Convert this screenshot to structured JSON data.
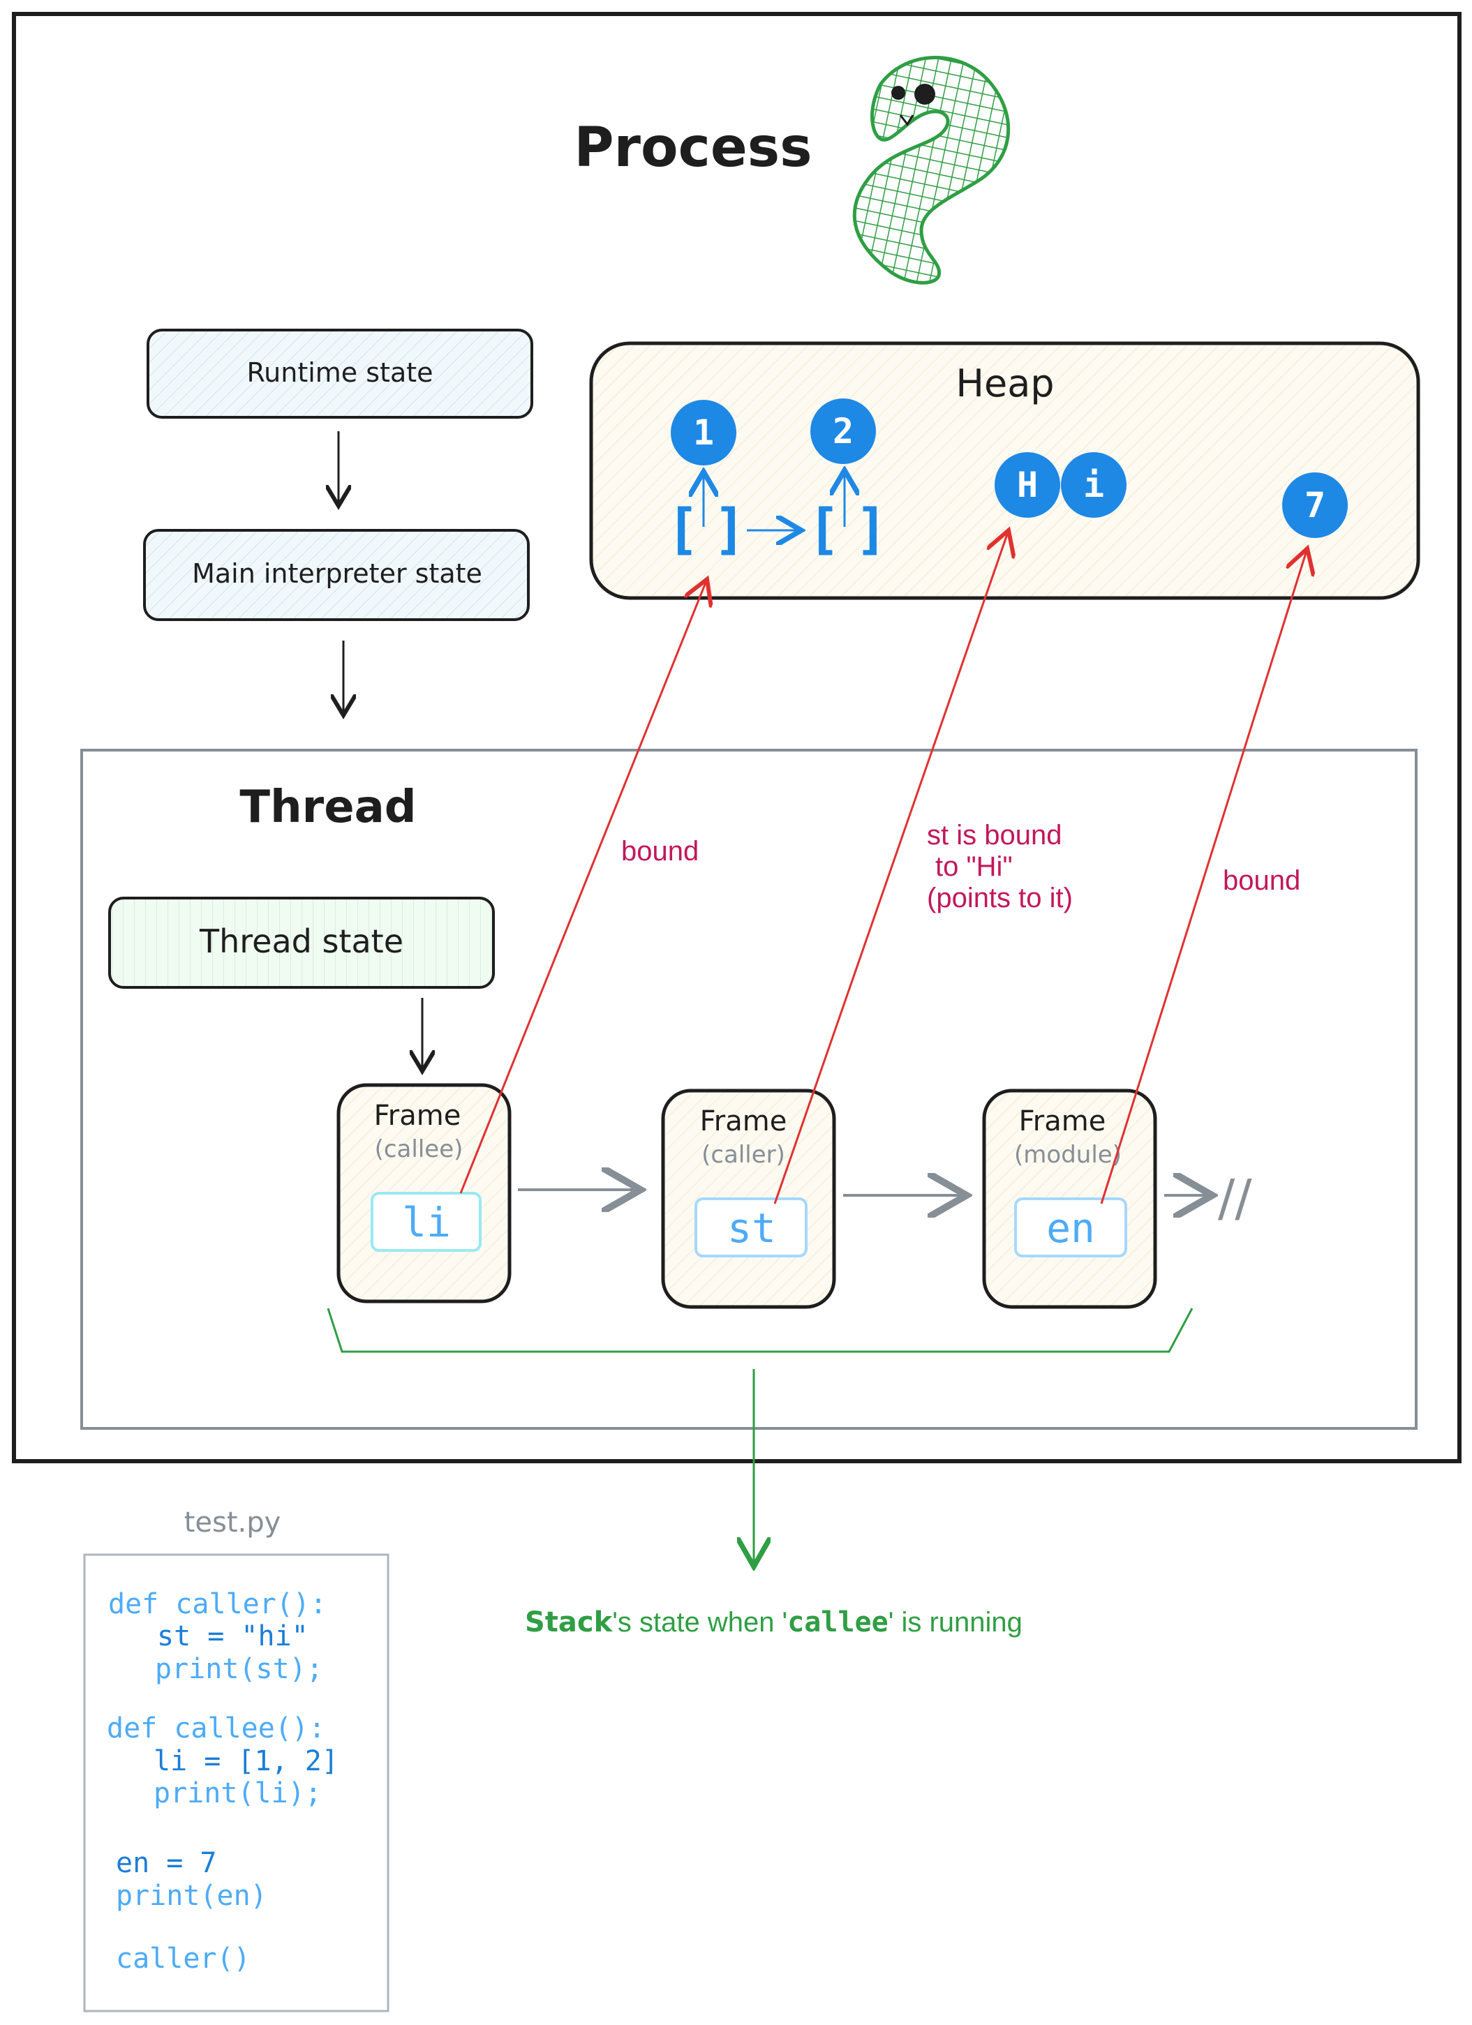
{
  "process": {
    "title": "Process"
  },
  "runtime": {
    "label": "Runtime state"
  },
  "interpreter": {
    "label": "Main interpreter state"
  },
  "heap": {
    "title": "Heap",
    "list_open": "[",
    "list_close": "]",
    "int_one": "1",
    "int_two": "2",
    "str_h": "H",
    "str_i": "i",
    "int_seven": "7"
  },
  "thread": {
    "title": "Thread",
    "state_label": "Thread state"
  },
  "frames": [
    {
      "title": "Frame",
      "subtitle": "(callee)",
      "var": "li"
    },
    {
      "title": "Frame",
      "subtitle": "(caller)",
      "var": "st"
    },
    {
      "title": "Frame",
      "subtitle": "(module)",
      "var": "en"
    }
  ],
  "terminator": "//",
  "annotations": {
    "bound_left": "bound",
    "st_line1": "st is bound",
    "st_line2": "to \"Hi\"",
    "st_line3": "(points to it)",
    "bound_right": "bound"
  },
  "caption": {
    "stack": "Stack",
    "part1": "'s state when '",
    "callee": "callee",
    "part2": "' is running"
  },
  "code": {
    "filename": "test.py",
    "lines": [
      "def caller():",
      "st = \"hi\"",
      "print(st);",
      "def callee():",
      "li = [1, 2]",
      "print(li);",
      "en = 7",
      "print(en)",
      "caller()"
    ]
  },
  "colors": {
    "ink": "#1e1e1e",
    "blue": "#1e88e5",
    "red": "#e03131",
    "annotation": "#c2185b",
    "green": "#2f9e44",
    "gray": "#868e96",
    "heap_fill": "#fdfaf1",
    "box_fill": "#f1f8fb"
  }
}
